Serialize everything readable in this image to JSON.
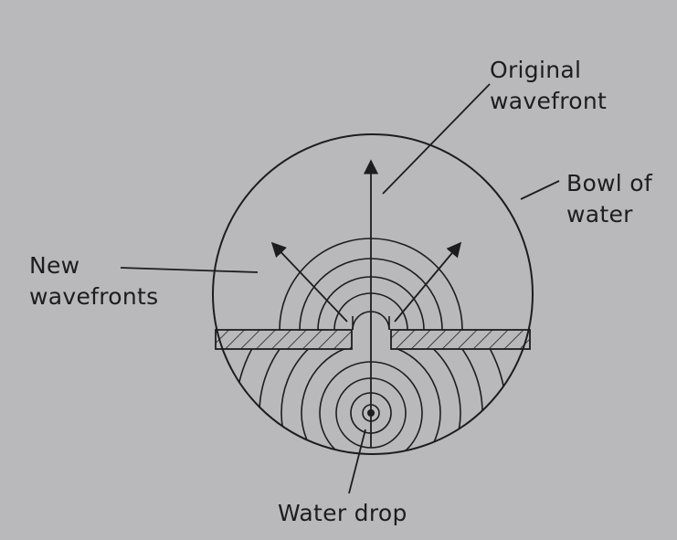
{
  "labels": {
    "original_wavefront": [
      "Original",
      "wavefront"
    ],
    "bowl_of_water": [
      "Bowl of",
      "water"
    ],
    "new_wavefronts": [
      "New",
      "wavefronts"
    ],
    "water_drop": "Water drop"
  },
  "colors": {
    "background": "#b9b8ba",
    "ink": "#1d1d1f"
  }
}
